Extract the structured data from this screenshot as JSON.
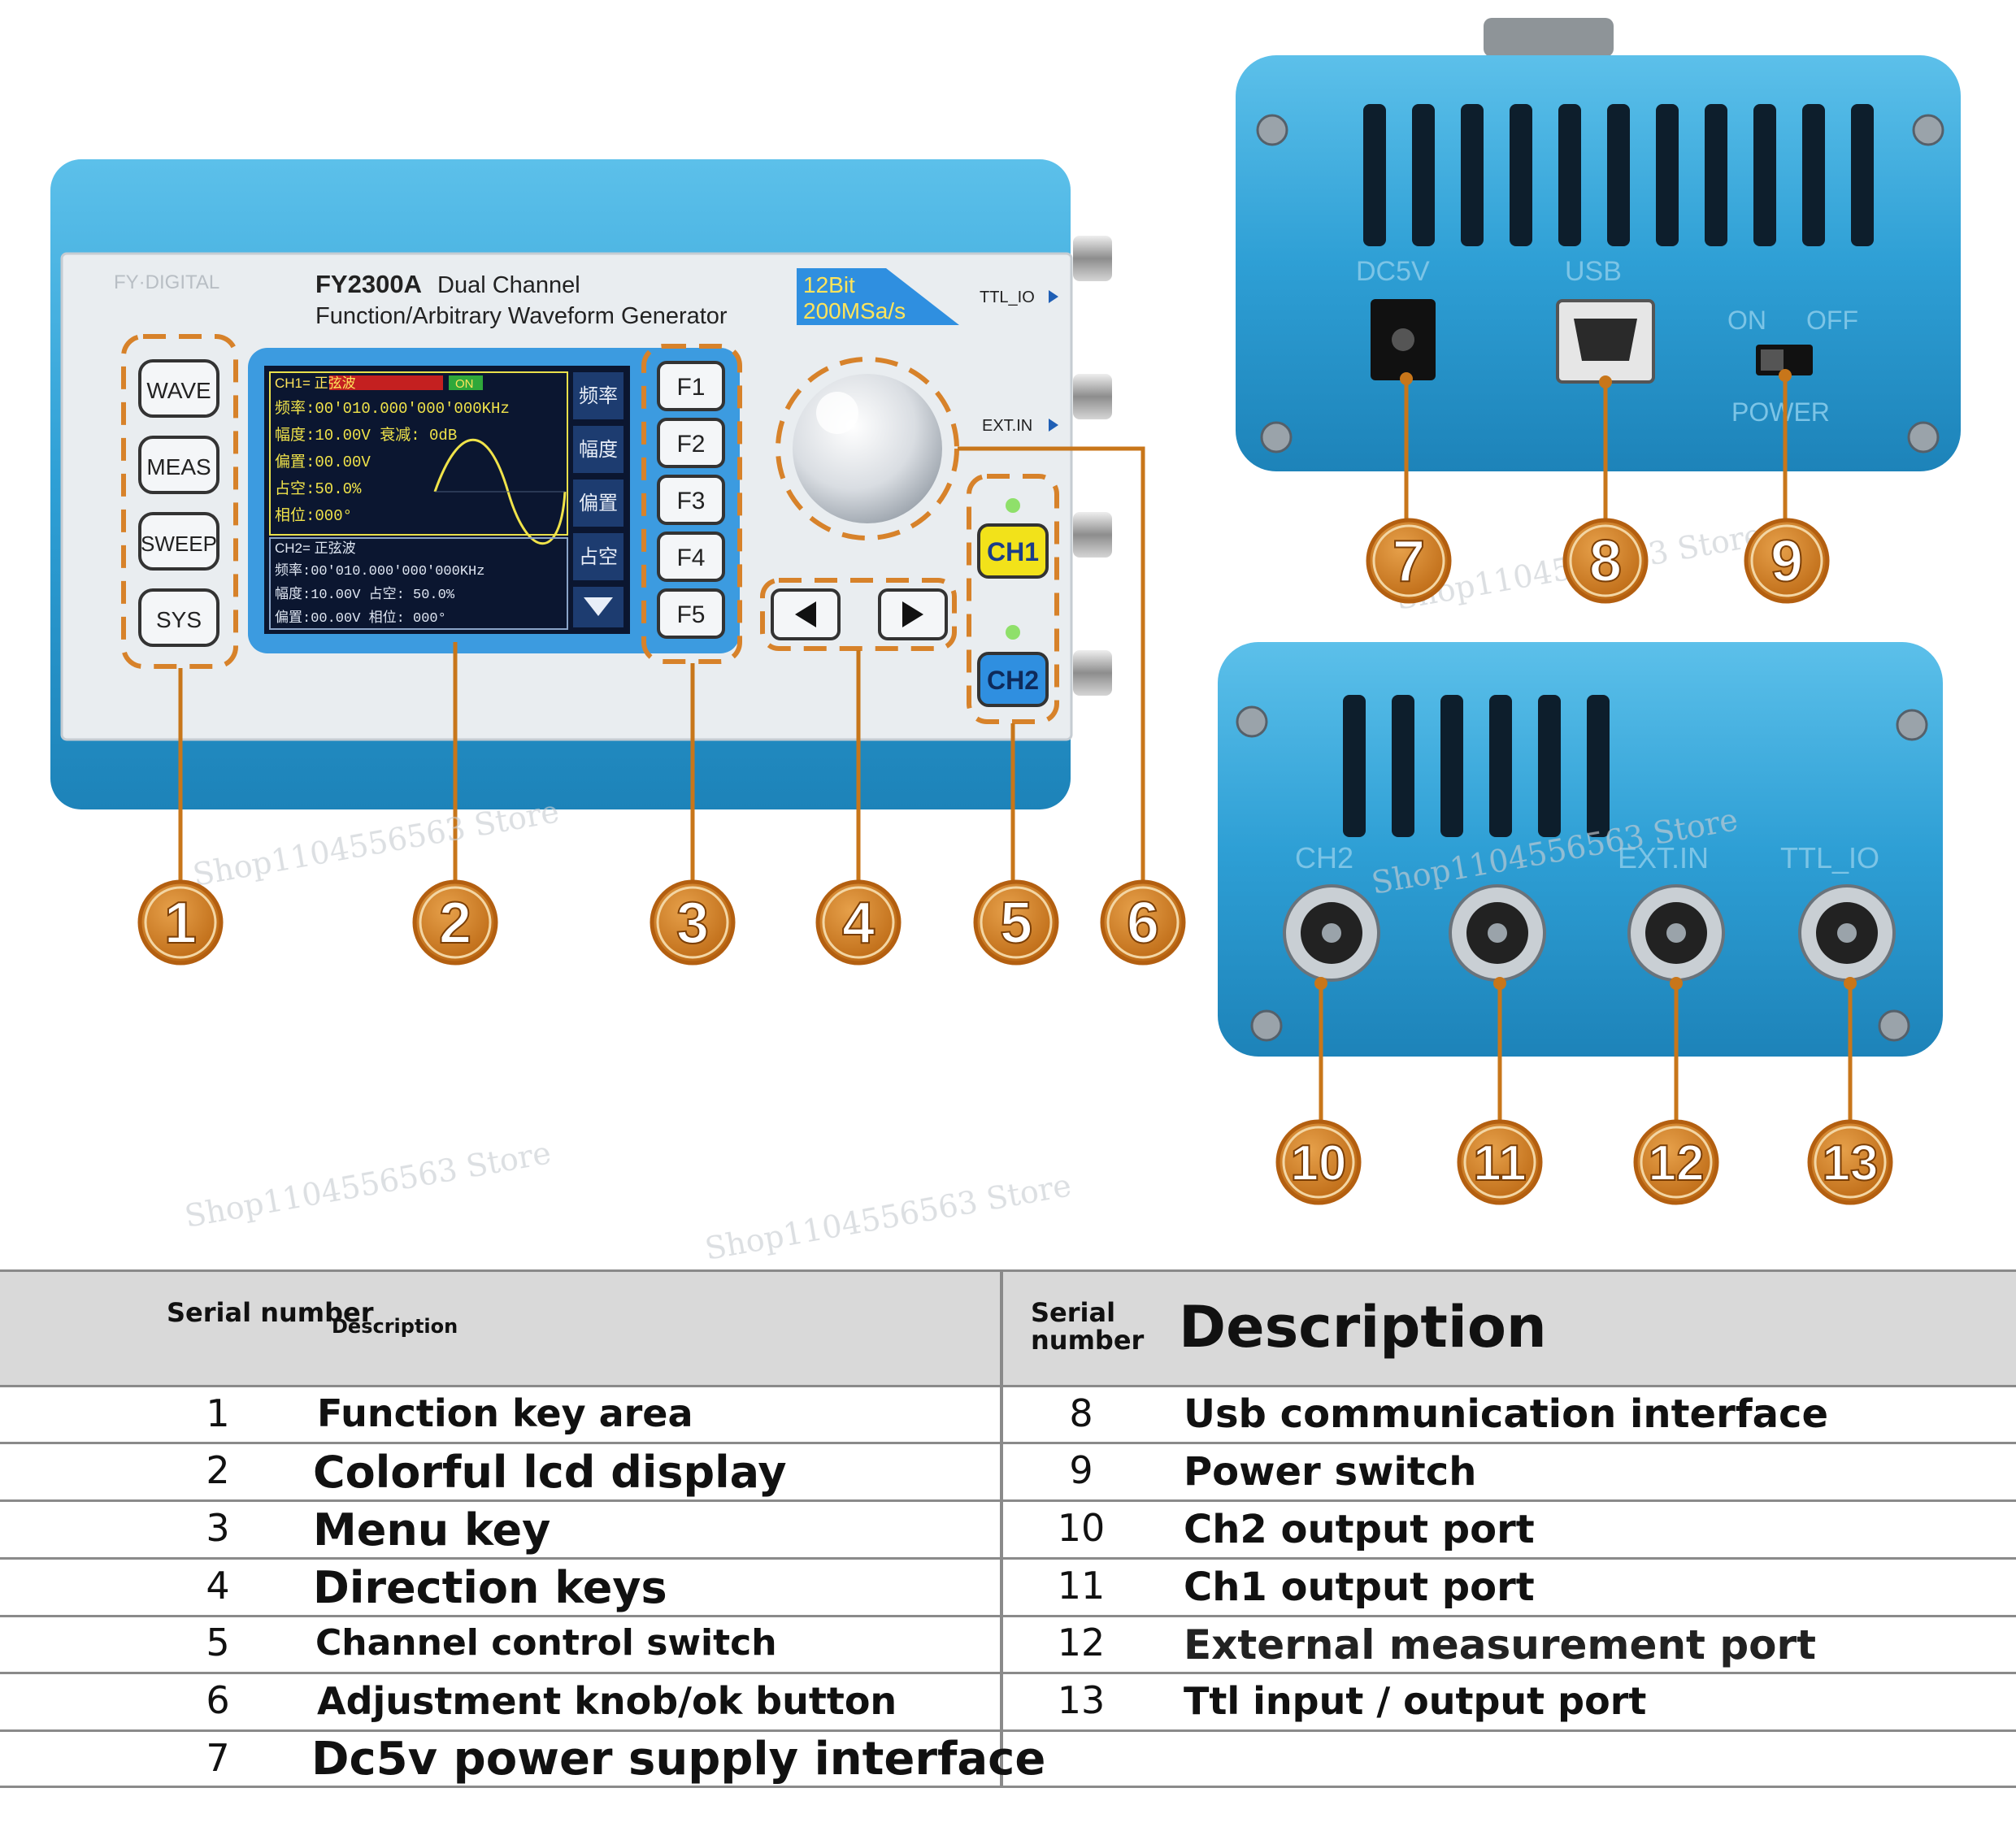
{
  "device": {
    "model": "FY2300A",
    "title1": "Dual Channel",
    "title2": "Function/Arbitrary Waveform Generator",
    "spec1": "12Bit",
    "spec2": "200MSa/s",
    "front_ports": [
      "TTL_IO",
      "EXT.IN"
    ],
    "function_keys": [
      "WAVE",
      "MEAS",
      "SWEEP",
      "SYS"
    ],
    "menu_keys": [
      "F1",
      "F2",
      "F3",
      "F4",
      "F5"
    ],
    "menu_labels": [
      "频率",
      "幅度",
      "偏置",
      "占空"
    ],
    "channel_keys": [
      "CH1",
      "CH2"
    ],
    "lcd": {
      "ch1_header": "CH1= 正弦波",
      "ch1_on": "ON",
      "ch1_lines": [
        "频率:00'010.000'000'000KHz",
        "幅度:10.00V   衰减: 0dB",
        "偏置:00.00V",
        "占空:50.0%",
        "相位:000°"
      ],
      "ch2_header": "CH2= 正弦波",
      "ch2_lines": [
        "频率:00'010.000'000'000KHz",
        "幅度:10.00V     占空: 50.0%",
        "偏置:00.00V     相位: 000°"
      ]
    },
    "rear_labels": [
      "DC5V",
      "USB",
      "ON",
      "OFF",
      "POWER"
    ],
    "side_labels": [
      "CH2",
      "EXT.IN",
      "TTL_IO"
    ]
  },
  "callouts": [
    "1",
    "2",
    "3",
    "4",
    "5",
    "6",
    "7",
    "8",
    "9",
    "10",
    "11",
    "12",
    "13"
  ],
  "watermark": "Shop1104556563 Store",
  "table": {
    "left_header_serial": "Serial number",
    "left_header_desc": "Description",
    "right_header_serial": "Serial number",
    "right_header_desc": "Description",
    "left_rows": [
      {
        "num": "1",
        "desc": "Function key area"
      },
      {
        "num": "2",
        "desc": "Colorful lcd display"
      },
      {
        "num": "3",
        "desc": "Menu key"
      },
      {
        "num": "4",
        "desc": "Direction keys"
      },
      {
        "num": "5",
        "desc": "Channel control switch"
      },
      {
        "num": "6",
        "desc": "Adjustment knob/ok button"
      },
      {
        "num": "7",
        "desc": "Dc5v power supply interface"
      }
    ],
    "right_rows": [
      {
        "num": "8",
        "desc": "Usb communication interface"
      },
      {
        "num": "9",
        "desc": "Power switch"
      },
      {
        "num": "10",
        "desc": "Ch2 output port"
      },
      {
        "num": "11",
        "desc": "Ch1 output port"
      },
      {
        "num": "12",
        "desc": "External measurement port"
      },
      {
        "num": "13",
        "desc": "Ttl input / output port"
      }
    ]
  },
  "colors": {
    "body_blue": "#2f9fd6",
    "callout_orange": "#c8761a",
    "ch1_yellow": "#f2e21a",
    "lcd_bg": "#0b1630"
  }
}
